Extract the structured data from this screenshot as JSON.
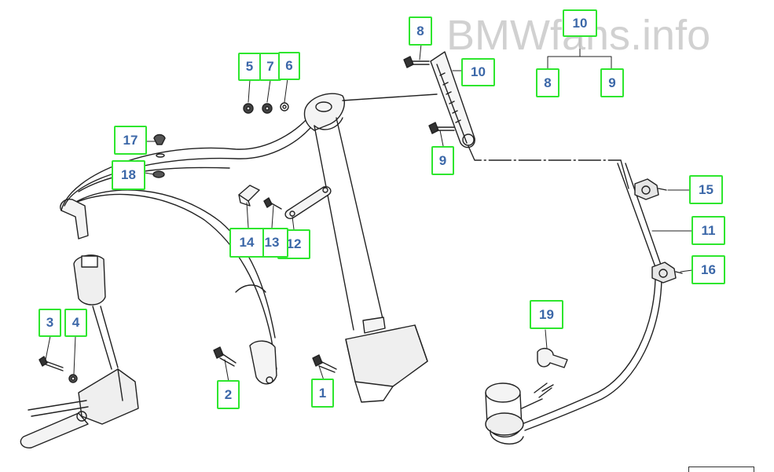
{
  "watermark": "BMWfans.info",
  "accent_color": "#2ee62e",
  "label_color": "#3b67a8",
  "callouts": [
    {
      "id": "1",
      "label": "1"
    },
    {
      "id": "2",
      "label": "2"
    },
    {
      "id": "3",
      "label": "3"
    },
    {
      "id": "4",
      "label": "4"
    },
    {
      "id": "5",
      "label": "5"
    },
    {
      "id": "7",
      "label": "7"
    },
    {
      "id": "6",
      "label": "6"
    },
    {
      "id": "8a",
      "label": "8"
    },
    {
      "id": "10a",
      "label": "10"
    },
    {
      "id": "9a",
      "label": "9"
    },
    {
      "id": "10b",
      "label": "10"
    },
    {
      "id": "8b",
      "label": "8"
    },
    {
      "id": "9b",
      "label": "9"
    },
    {
      "id": "11",
      "label": "11"
    },
    {
      "id": "12",
      "label": "12"
    },
    {
      "id": "13",
      "label": "13"
    },
    {
      "id": "14",
      "label": "14"
    },
    {
      "id": "15",
      "label": "15"
    },
    {
      "id": "16",
      "label": "16"
    },
    {
      "id": "17",
      "label": "17"
    },
    {
      "id": "18",
      "label": "18"
    },
    {
      "id": "19",
      "label": "19"
    }
  ]
}
